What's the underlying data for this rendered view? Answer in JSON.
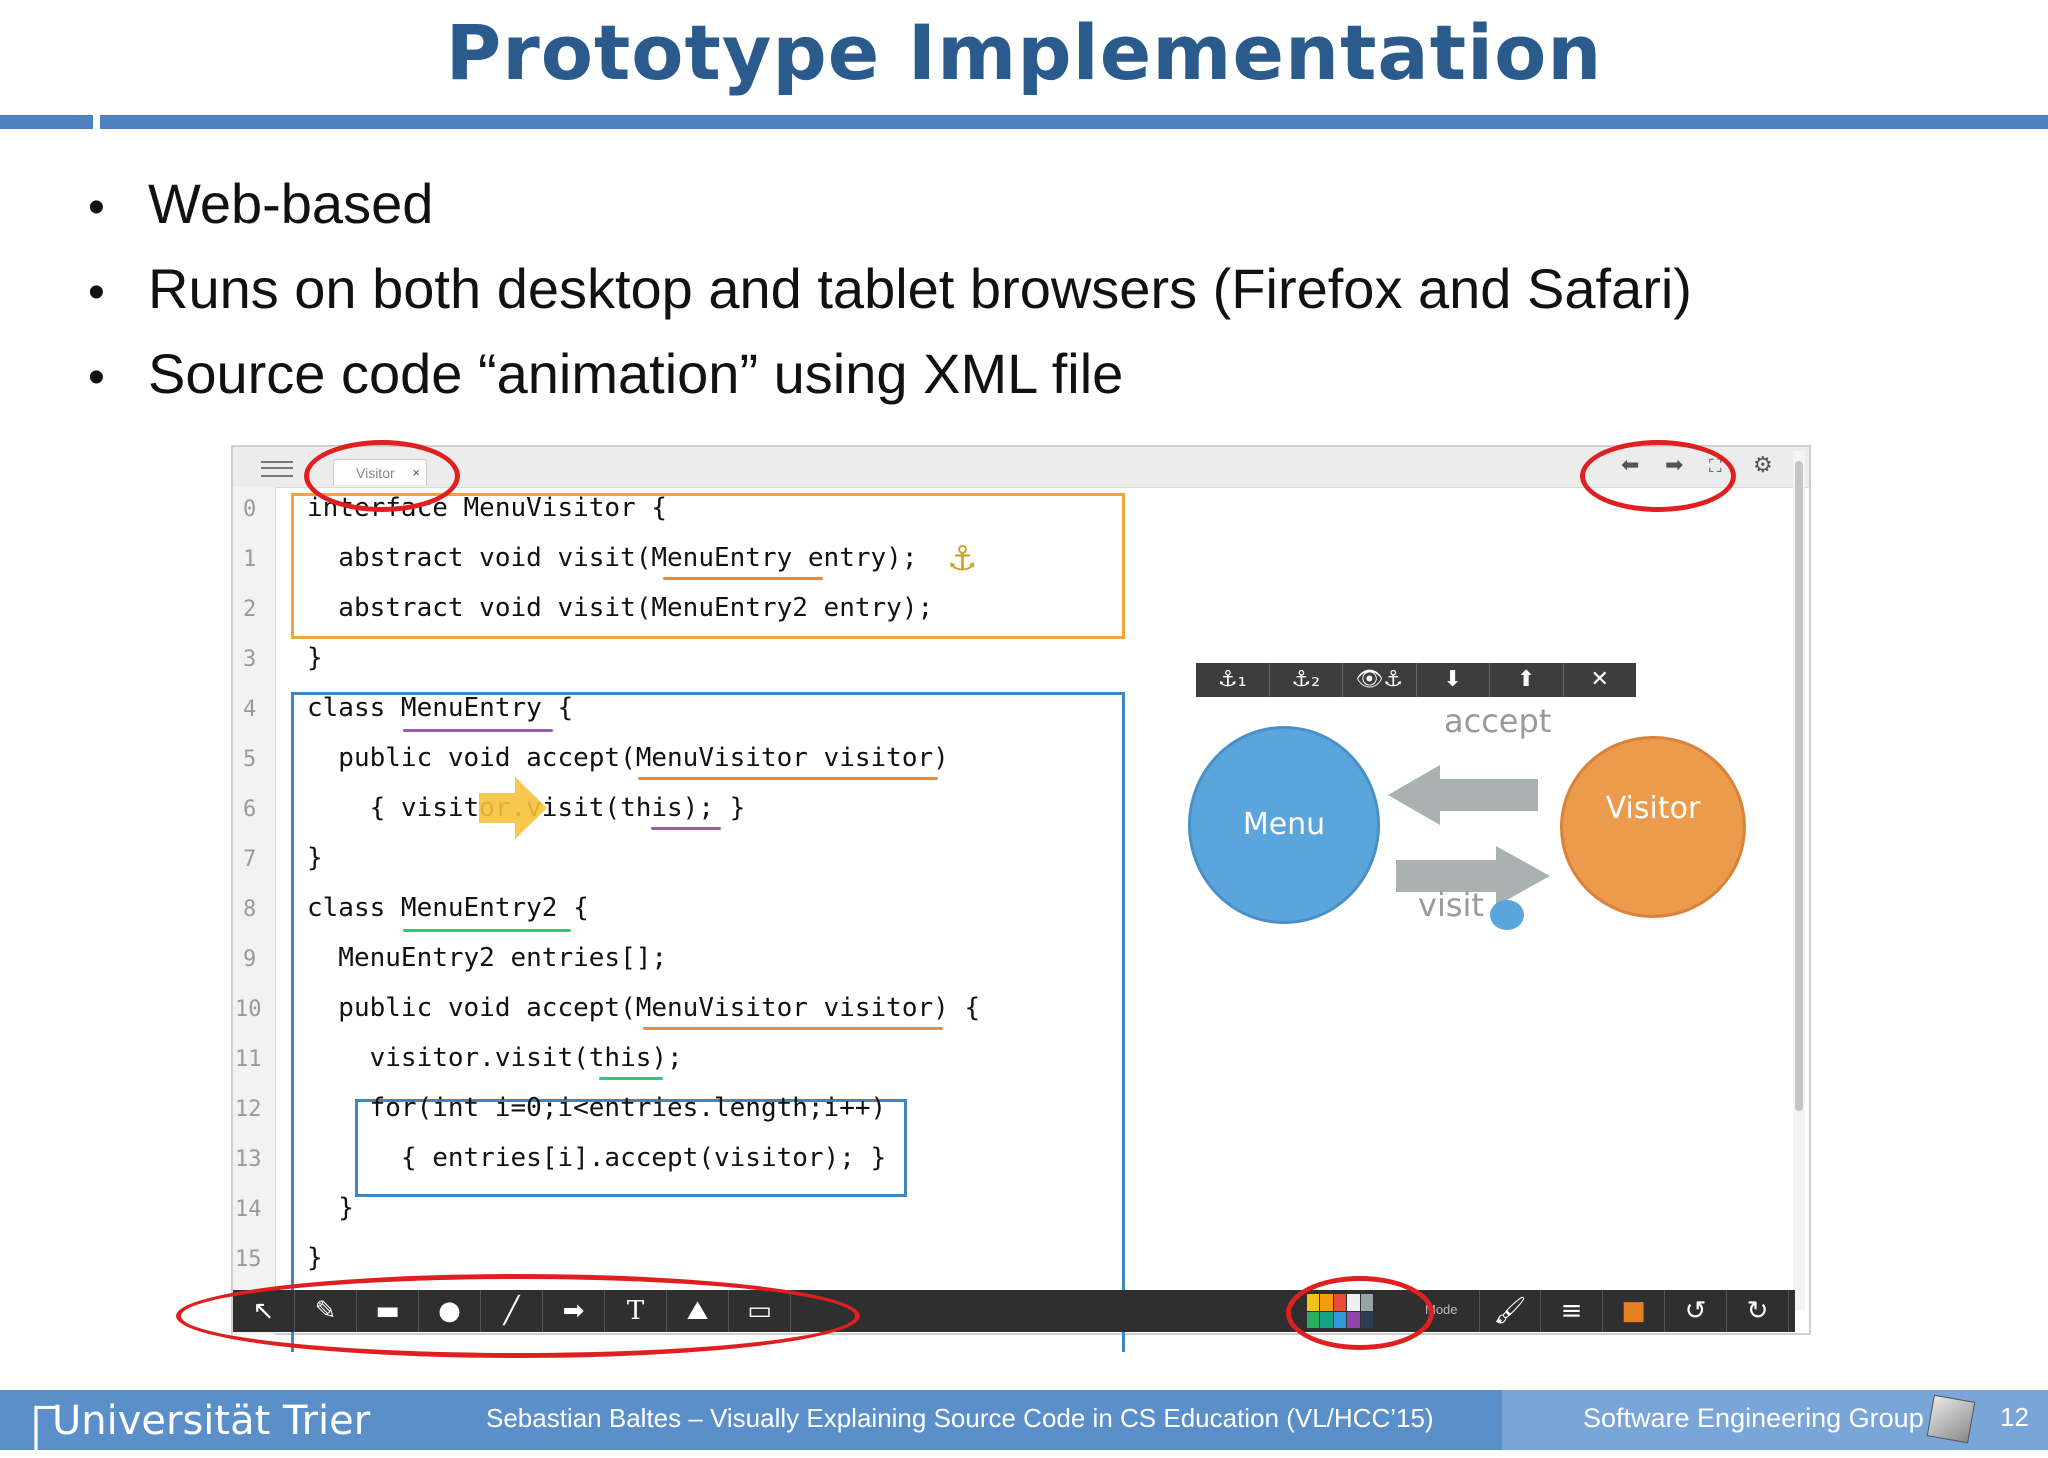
{
  "slide": {
    "title": "Prototype Implementation",
    "bullets": [
      "Web-based",
      "Runs on both desktop and tablet browsers (Firefox and Safari)",
      "Source code “animation” using XML file"
    ]
  },
  "editor": {
    "tab_label": "Visitor",
    "tab_close": "×",
    "line_numbers": [
      "0",
      "1",
      "2",
      "3",
      "4",
      "5",
      "6",
      "7",
      "8",
      "9",
      "10",
      "11",
      "12",
      "13",
      "14",
      "15"
    ],
    "code_lines": [
      "interface MenuVisitor {",
      "  abstract void visit(MenuEntry entry);",
      "  abstract void visit(MenuEntry2 entry);",
      "}",
      "class MenuEntry {",
      "  public void accept(MenuVisitor visitor)",
      "    { visitor.visit(this); }",
      "}",
      "class MenuEntry2 {",
      "  MenuEntry2 entries[];",
      "  public void accept(MenuVisitor visitor) {",
      "    visitor.visit(this);",
      "    for(int i=0;i<entries.length;i++)",
      "      { entries[i].accept(visitor); }",
      "  }",
      "}"
    ],
    "anchor_glyph": "⚓"
  },
  "diagram": {
    "toolbar_icons": [
      "anchor-1-icon",
      "anchor-2-icon",
      "eye-anchor-icon",
      "arrow-down-icon",
      "arrow-up-icon",
      "close-icon"
    ],
    "toolbar_glyphs": [
      "⚓₁",
      "⚓₂",
      "👁⚓",
      "⬇",
      "⬆",
      "✕"
    ],
    "menu_label": "Menu",
    "visitor_label": "Visitor",
    "accept_label": "accept",
    "visit_label": "visit",
    "colors": {
      "menu": "#5aa5dc",
      "visitor": "#ec9a4c",
      "arrow": "#a9b1b1"
    }
  },
  "bottom_toolbar": {
    "tools": [
      "pointer-icon",
      "pencil-icon",
      "rectangle-icon",
      "circle-icon",
      "line-icon",
      "arrow-icon",
      "text-icon",
      "image-icon",
      "frame-icon"
    ],
    "tool_glyphs": [
      "↖",
      "✎",
      "▬",
      "●",
      "╱",
      "➡",
      "T",
      "⛰",
      "▭"
    ],
    "palette": [
      "#f0c419",
      "#f39c12",
      "#e74c3c",
      "#ecf0f1",
      "#95a5a6",
      "#27ae60",
      "#16a085",
      "#3498db",
      "#8e44ad",
      "#2c3e50"
    ],
    "mode_label": "Mode",
    "right_tools": [
      "brush-icon",
      "align-icon",
      "layers-icon",
      "undo-icon",
      "redo-icon"
    ],
    "right_glyphs": [
      "🖌",
      "≡",
      "■",
      "↺",
      "↻"
    ]
  },
  "footer": {
    "university": "Universität Trier",
    "center_text": "Sebastian Baltes – Visually Explaining Source Code in CS Education (VL/HCC’15)",
    "group": "Software Engineering Group",
    "page_number": "12"
  }
}
